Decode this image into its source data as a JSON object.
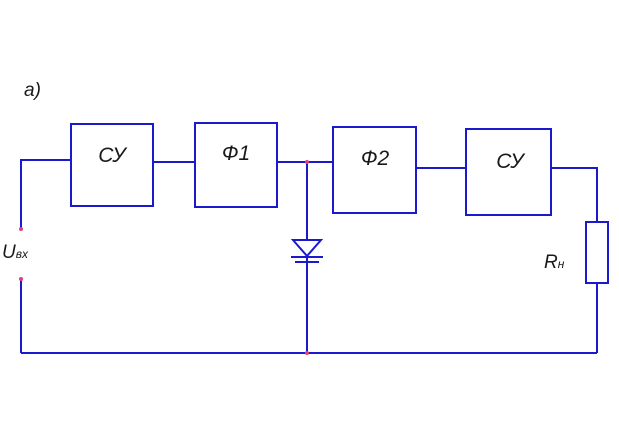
{
  "figure_label": "a)",
  "blocks": {
    "su1": "СУ",
    "f1": "Ф1",
    "f2": "Ф2",
    "su2": "СУ"
  },
  "input_label": {
    "main": "U",
    "sub": "вх"
  },
  "load_label": {
    "main": "R",
    "sub": "н"
  },
  "colors": {
    "wire": "#1a1acc",
    "node": "#e0407a",
    "text": "#1a1a1a"
  }
}
